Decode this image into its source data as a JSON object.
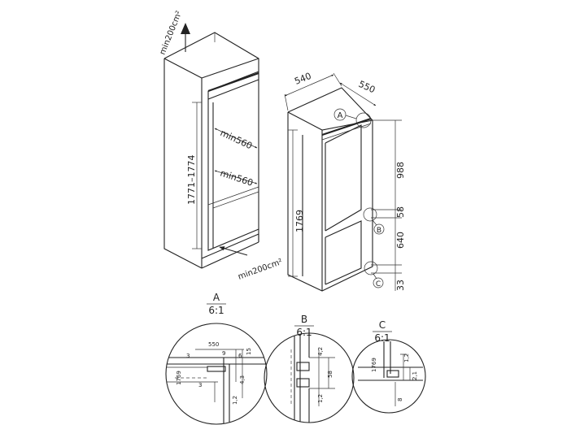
{
  "cabinet": {
    "vent_top": "min200cm²",
    "vent_bottom": "min200cm²",
    "niche_height": "1771–1774",
    "width_upper": "min560",
    "width_lower": "min560"
  },
  "appliance": {
    "depth": "540",
    "width": "550",
    "height": "1769",
    "upper_door": "988",
    "gap": "58",
    "lower_door": "640",
    "bottom": "33",
    "marker_a": "A",
    "marker_b": "B",
    "marker_c": "C"
  },
  "details": [
    {
      "label": "A",
      "scale": "6:1",
      "dims": {
        "d550": "550",
        "d9": "9",
        "d6": "6",
        "d15": "15",
        "d3a": "3",
        "d3b": "3",
        "d1769": "1769",
        "d43": "4,3",
        "d12": "1,2"
      }
    },
    {
      "label": "B",
      "scale": "6:1",
      "dims": {
        "d42": "4,2",
        "d58": "58",
        "d12": "1,2"
      }
    },
    {
      "label": "C",
      "scale": "6:1",
      "dims": {
        "d1769": "1769",
        "d12": "1,2",
        "d21": "2,1",
        "d8": "8"
      }
    }
  ]
}
